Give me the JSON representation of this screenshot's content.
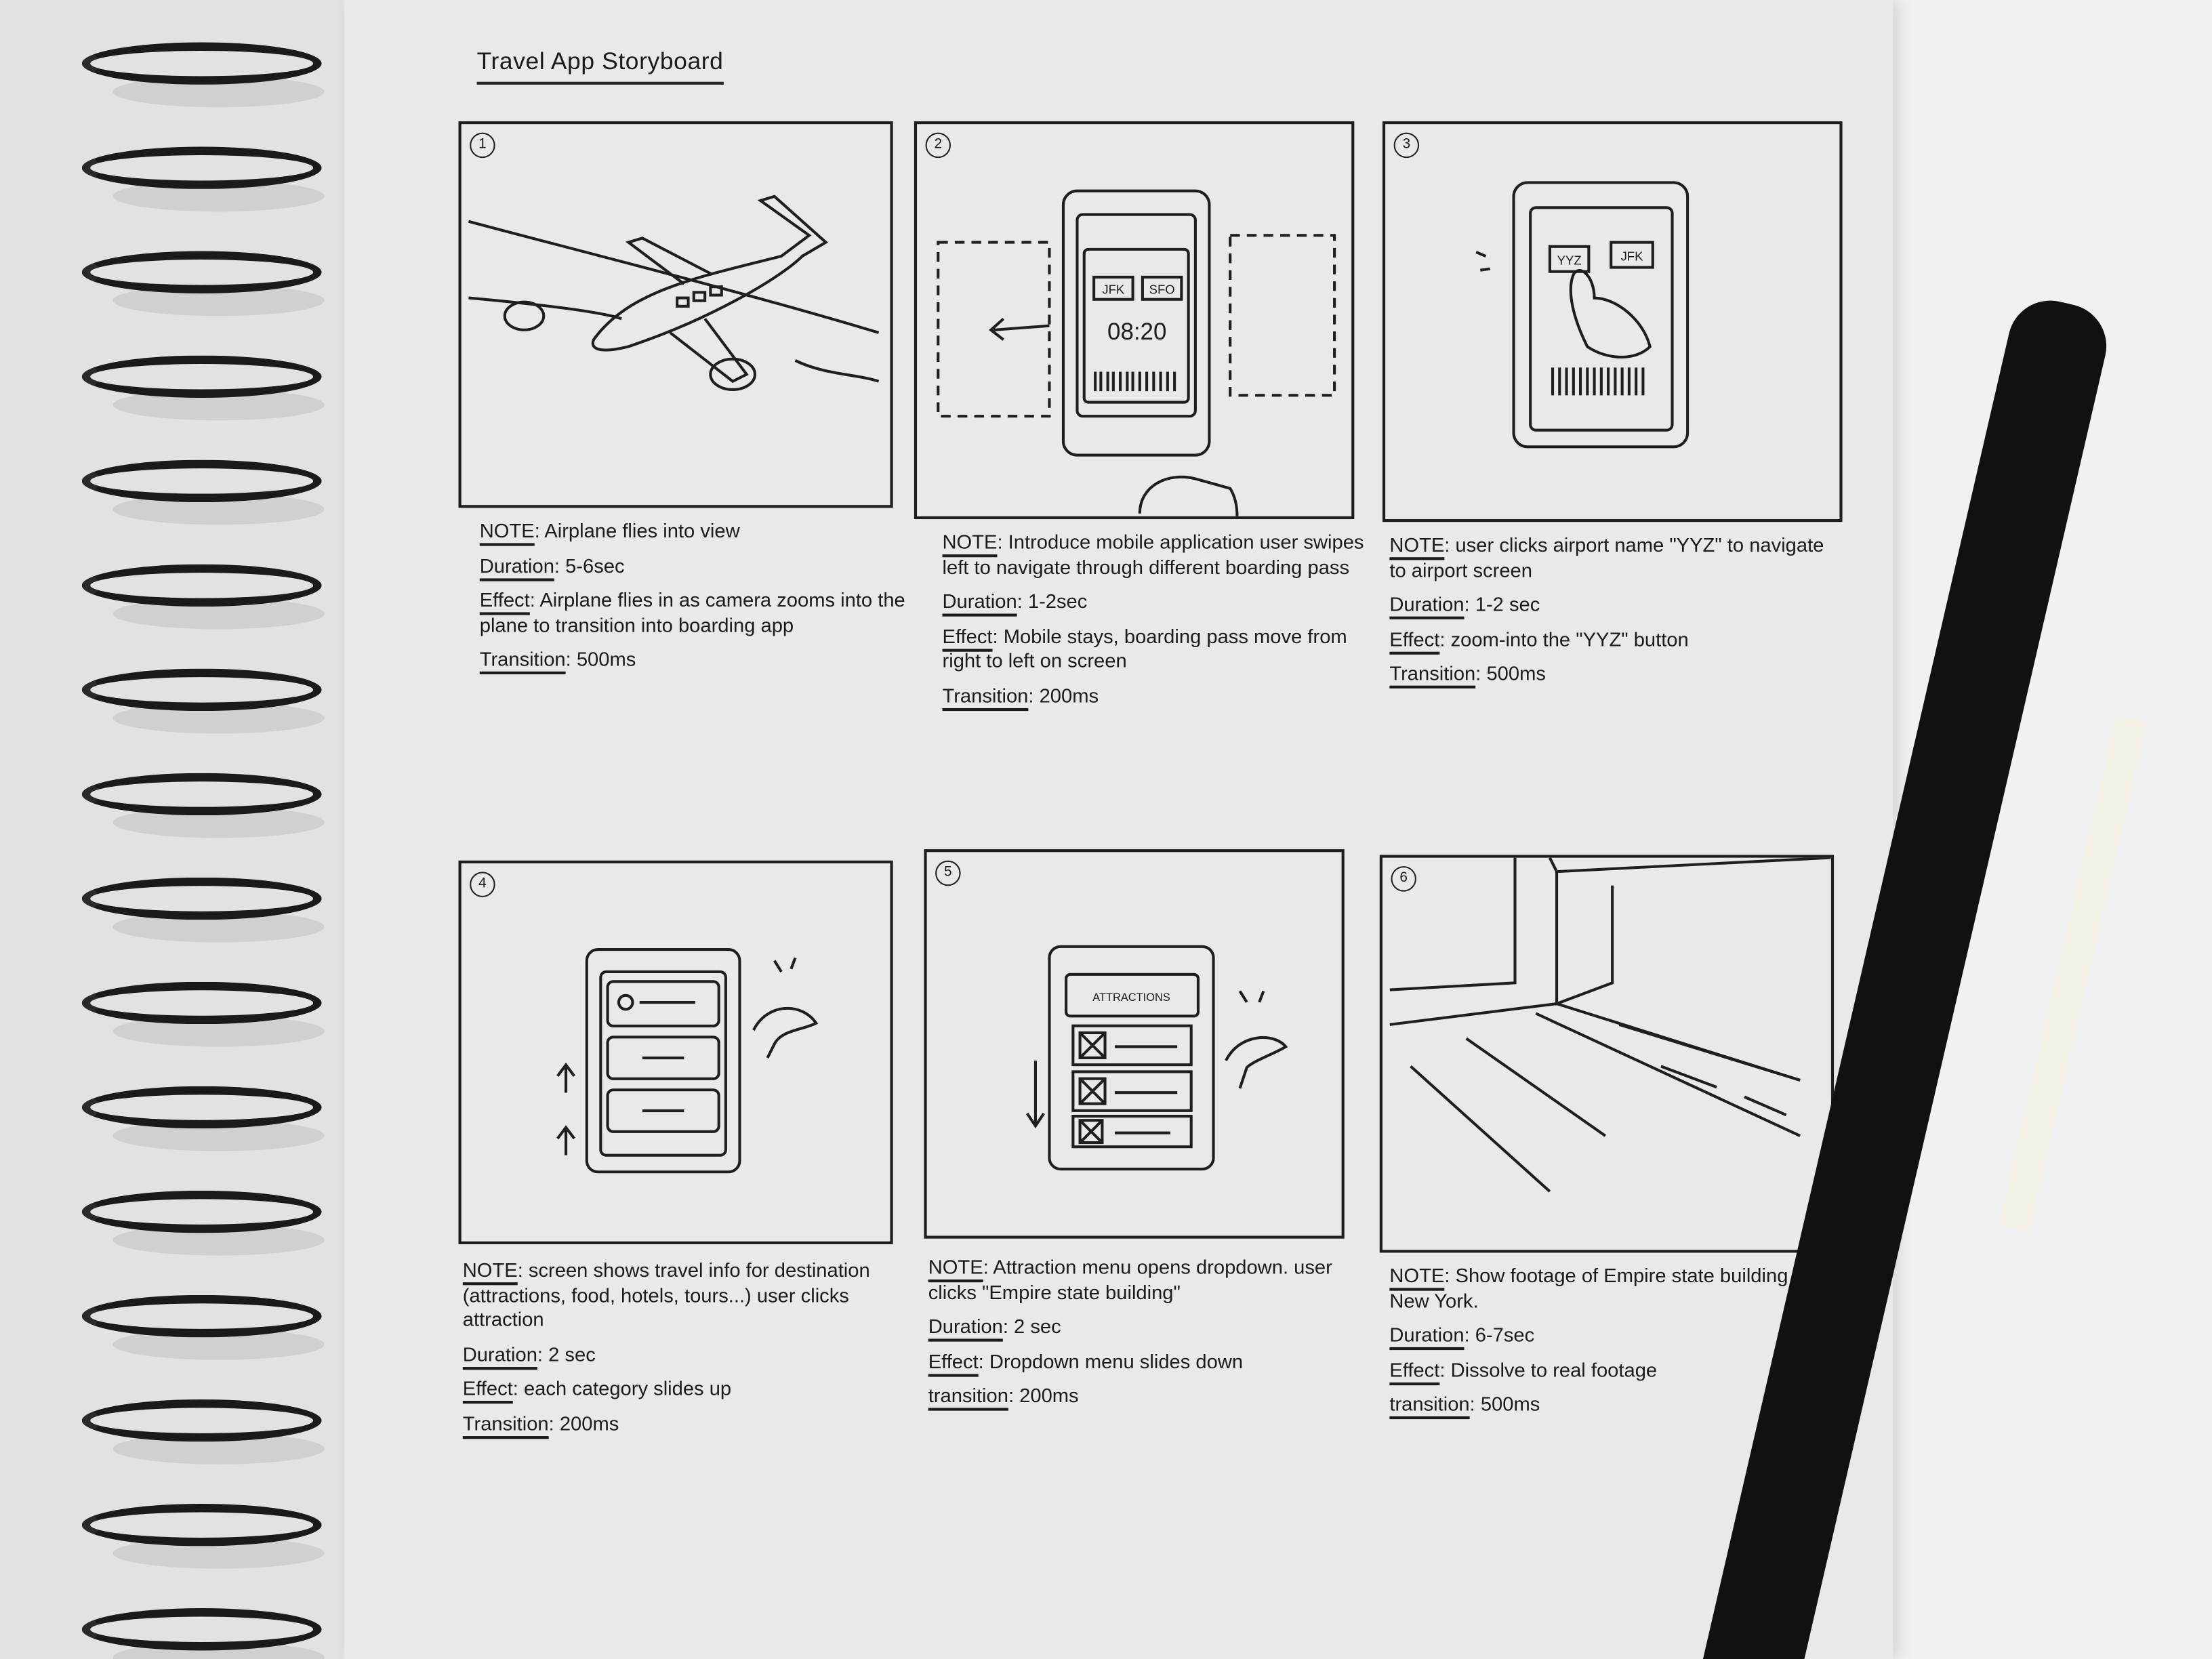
{
  "title": "Travel App Storyboard",
  "panels": [
    {
      "number": "1",
      "sketch": "airplane",
      "notes": [
        {
          "label": "NOTE",
          "text": "Airplane flies into view"
        },
        {
          "label": "Duration",
          "text": "5-6sec"
        },
        {
          "label": "Effect",
          "text": "Airplane flies in as camera zooms into the plane to transition into boarding app"
        },
        {
          "label": "Transition",
          "text": "500ms"
        }
      ]
    },
    {
      "number": "2",
      "sketch": "phone-boarding-pass",
      "pass": {
        "from": "JFK",
        "to": "SFO",
        "time": "08:20"
      },
      "notes": [
        {
          "label": "NOTE",
          "text": "Introduce mobile application user swipes left to navigate through different boarding pass"
        },
        {
          "label": "Duration",
          "text": "1-2sec"
        },
        {
          "label": "Effect",
          "text": "Mobile stays, boarding pass move from right to left on screen"
        },
        {
          "label": "Transition",
          "text": "200ms"
        }
      ]
    },
    {
      "number": "3",
      "sketch": "tap-airport",
      "pass": {
        "from": "YYZ",
        "to": "JFK"
      },
      "notes": [
        {
          "label": "NOTE",
          "text": "user clicks airport name \"YYZ\" to navigate to airport screen"
        },
        {
          "label": "Duration",
          "text": "1-2 sec"
        },
        {
          "label": "Effect",
          "text": "zoom-into the \"YYZ\" button"
        },
        {
          "label": "Transition",
          "text": "500ms"
        }
      ]
    },
    {
      "number": "4",
      "sketch": "category-list",
      "notes": [
        {
          "label": "NOTE",
          "text": "screen shows travel info for destination (attractions, food, hotels, tours...) user clicks attraction"
        },
        {
          "label": "Duration",
          "text": "2 sec"
        },
        {
          "label": "Effect",
          "text": "each category slides up"
        },
        {
          "label": "Transition",
          "text": "200ms"
        }
      ]
    },
    {
      "number": "5",
      "sketch": "attractions-dropdown",
      "menu_title": "ATTRACTIONS",
      "notes": [
        {
          "label": "NOTE",
          "text": "Attraction menu opens dropdown. user clicks \"Empire state building\""
        },
        {
          "label": "Duration",
          "text": "2 sec"
        },
        {
          "label": "Effect",
          "text": "Dropdown menu slides down"
        },
        {
          "label": "transition",
          "text": "200ms"
        }
      ]
    },
    {
      "number": "6",
      "sketch": "building-footage",
      "notes": [
        {
          "label": "NOTE",
          "text": "Show footage of Empire state building in New York."
        },
        {
          "label": "Duration",
          "text": "6-7sec"
        },
        {
          "label": "Effect",
          "text": "Dissolve to real footage"
        },
        {
          "label": "transition",
          "text": "500ms"
        }
      ]
    }
  ]
}
